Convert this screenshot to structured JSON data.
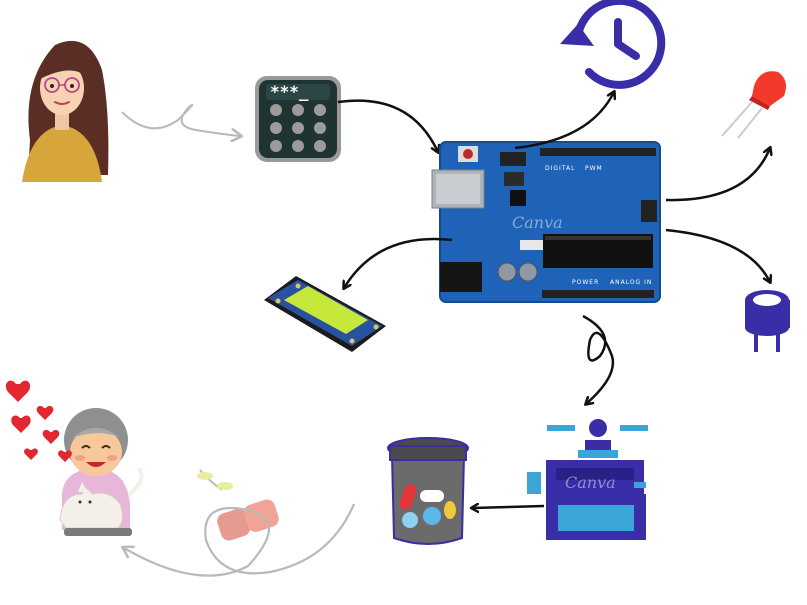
{
  "keypad": {
    "display_text": "***_"
  },
  "arduino": {
    "label_digital": "DIGITAL",
    "label_pwm": "PWM",
    "label_power": "POWER",
    "label_analog": "ANALOG IN",
    "watermark": "Canva"
  },
  "dispenser": {
    "watermark": "Canva"
  },
  "colors": {
    "arrow": "#111111",
    "accent_blue": "#3a2ea8",
    "board_blue": "#1f63b8",
    "lcd_green": "#c6e83a",
    "heart_red": "#e0282e",
    "sketch_gray": "#b9b9b9"
  },
  "icons": [
    "user-woman-icon",
    "keypad-icon",
    "arduino-board-icon",
    "history-clock-icon",
    "led-icon",
    "buzzer-icon",
    "lcd-display-icon",
    "pill-dispenser-icon",
    "pill-jar-icon",
    "pill-capsule-icon",
    "elderly-woman-icon",
    "hearts-icon"
  ]
}
